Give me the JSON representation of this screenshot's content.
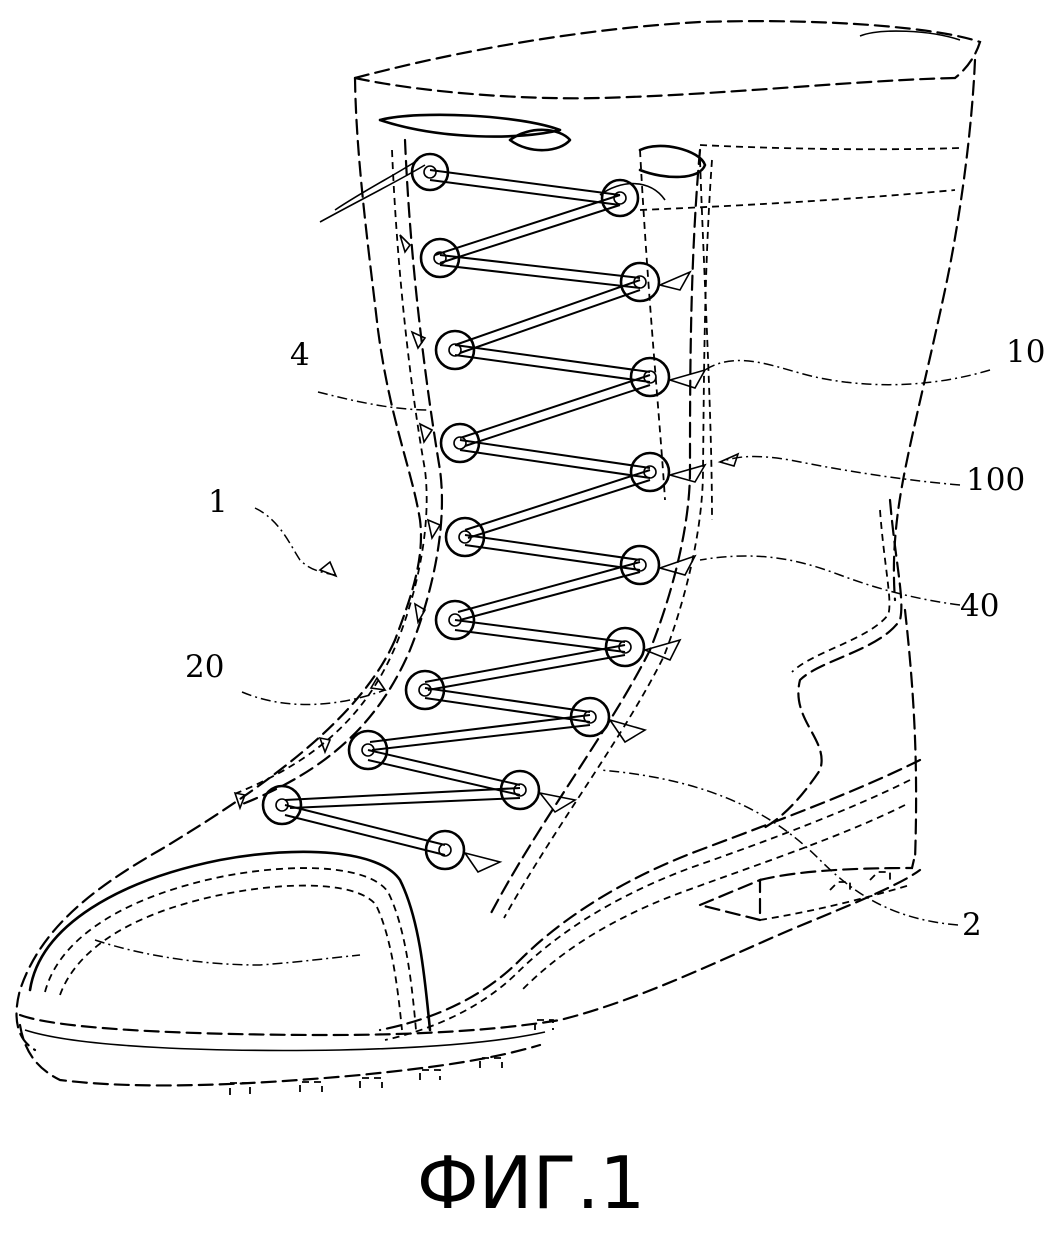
{
  "figure": {
    "caption": "ФИГ.1",
    "reference_labels": {
      "boot": "1",
      "part_4": "4",
      "part_10": "10",
      "part_100": "100",
      "part_40": "40",
      "part_20": "20",
      "part_2": "2"
    }
  }
}
